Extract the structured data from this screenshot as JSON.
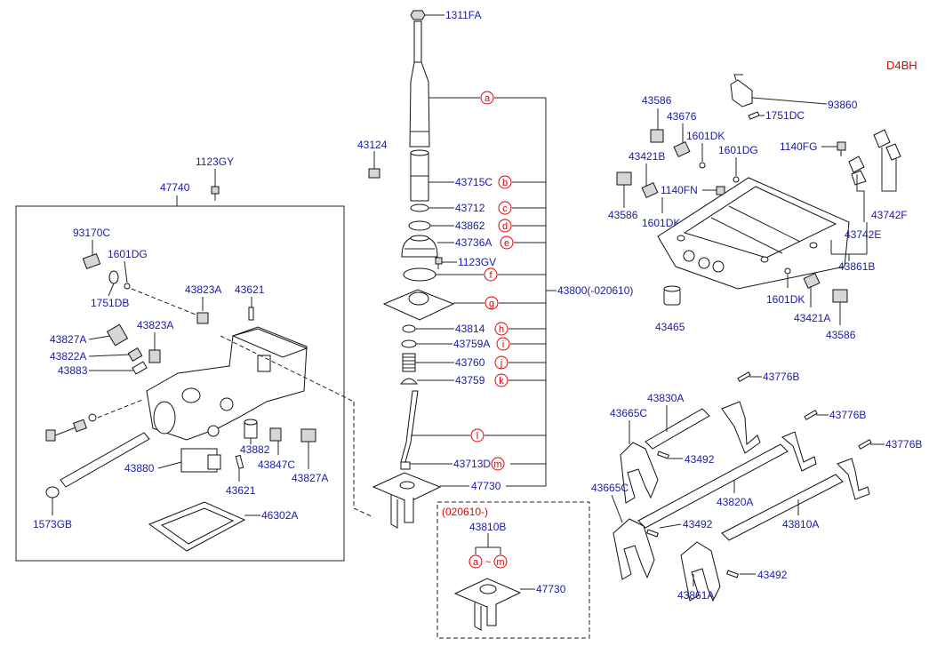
{
  "model": "D4BH",
  "labels": {
    "p1311FA": "1311FA",
    "p43124": "43124",
    "p43715C": "43715C",
    "p43712": "43712",
    "p43862": "43862",
    "p43736A": "43736A",
    "p1123GV": "1123GV",
    "p43800": "43800(-020610)",
    "p43814": "43814",
    "p43759A": "43759A",
    "p43760": "43760",
    "p43759": "43759",
    "p43713D": "43713D",
    "p47730": "47730",
    "p47730b": "47730",
    "p020610": "(020610-)",
    "p43810B": "43810B",
    "p1123GY": "1123GY",
    "p47740": "47740",
    "p93170C": "93170C",
    "p1601DG_l": "1601DG",
    "p1751DB": "1751DB",
    "p43823A_1": "43823A",
    "p43621_1": "43621",
    "p43827A_1": "43827A",
    "p43823A_2": "43823A",
    "p43822A": "43822A",
    "p43883": "43883",
    "p43880": "43880",
    "p43882": "43882",
    "p43847C": "43847C",
    "p43827A_2": "43827A",
    "p43621_2": "43621",
    "p1573GB": "1573GB",
    "p46302A": "46302A",
    "p93860": "93860",
    "p1751DC": "1751DC",
    "p43586_1": "43586",
    "p43676": "43676",
    "p1601DK_1": "1601DK",
    "p1601DG_r": "1601DG",
    "p1140FG": "1140FG",
    "p43421B": "43421B",
    "p1140FN": "1140FN",
    "p43586_2": "43586",
    "p1601DK_2": "1601DK",
    "p43742F": "43742F",
    "p43742E": "43742E",
    "p43861B": "43861B",
    "p1601DK_3": "1601DK",
    "p43465": "43465",
    "p43421A": "43421A",
    "p43586_3": "43586",
    "p43776B_1": "43776B",
    "p43830A": "43830A",
    "p43665C_1": "43665C",
    "p43776B_2": "43776B",
    "p43776B_3": "43776B",
    "p43492_1": "43492",
    "p43665C_2": "43665C",
    "p43820A": "43820A",
    "p43492_2": "43492",
    "p43810A": "43810A",
    "p43492_3": "43492",
    "p43861A": "43861A"
  },
  "circled": {
    "a": "a",
    "b": "b",
    "c": "c",
    "d": "d",
    "e": "e",
    "f": "f",
    "g": "g",
    "h": "h",
    "i": "i",
    "j": "j",
    "k": "k",
    "l": "l",
    "m": "m",
    "a2": "a",
    "m2": "m",
    "tilde": "~"
  }
}
